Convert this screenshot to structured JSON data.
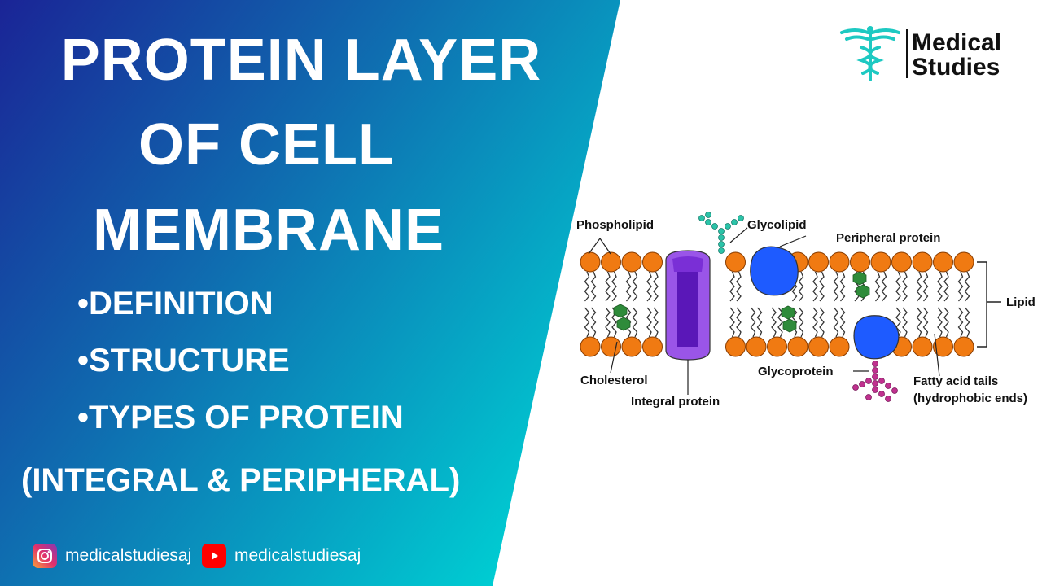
{
  "title": {
    "line1": "PROTEIN LAYER",
    "line2": "OF CELL",
    "line3": "MEMBRANE"
  },
  "bullets": [
    "•DEFINITION",
    "•STRUCTURE",
    "•TYPES OF PROTEIN"
  ],
  "subtitle": "(INTEGRAL & PERIPHERAL)",
  "social": {
    "instagram_handle": "medicalstudiesaj",
    "youtube_handle": "medicalstudiesaj"
  },
  "logo": {
    "line1": "Medical",
    "line2": "Studies"
  },
  "diagram": {
    "labels": {
      "phospholipid": "Phospholipid",
      "glycolipid": "Glycolipid",
      "peripheral_protein": "Peripheral protein",
      "lipid": "Lipid",
      "cholesterol": "Cholesterol",
      "integral_protein": "Integral protein",
      "glycoprotein": "Glycoprotein",
      "fatty_acid_1": "Fatty acid tails",
      "fatty_acid_2": "(hydrophobic ends)"
    }
  },
  "colors": {
    "gradient_start": "#1a2a9a",
    "gradient_end": "#00c9cf",
    "head": "#f07a12",
    "protein_blue": "#1e5bff",
    "integral_purple": "#9a55e8",
    "cholesterol_green": "#2e8b3a",
    "glyco_teal": "#2bc3a8",
    "glyco_pink": "#c0318f",
    "logo_teal": "#1dc9c2"
  }
}
